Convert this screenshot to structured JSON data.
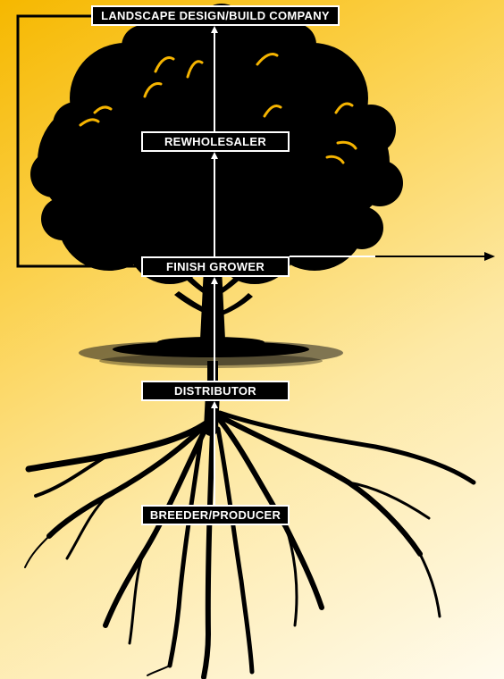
{
  "diagram": {
    "stages": {
      "landscape": "LANDSCAPE DESIGN/BUILD COMPANY",
      "rewholesaler": "REWHOLESALER",
      "finish_grower": "FINISH GROWER",
      "distributor": "DISTRIBUTOR",
      "breeder": "BREEDER/PRODUCER"
    },
    "colors": {
      "background_start": "#f6b800",
      "background_end": "#fffbee",
      "silhouette": "#000000",
      "highlight": "#f5b400",
      "label_text": "#ffffff"
    }
  }
}
